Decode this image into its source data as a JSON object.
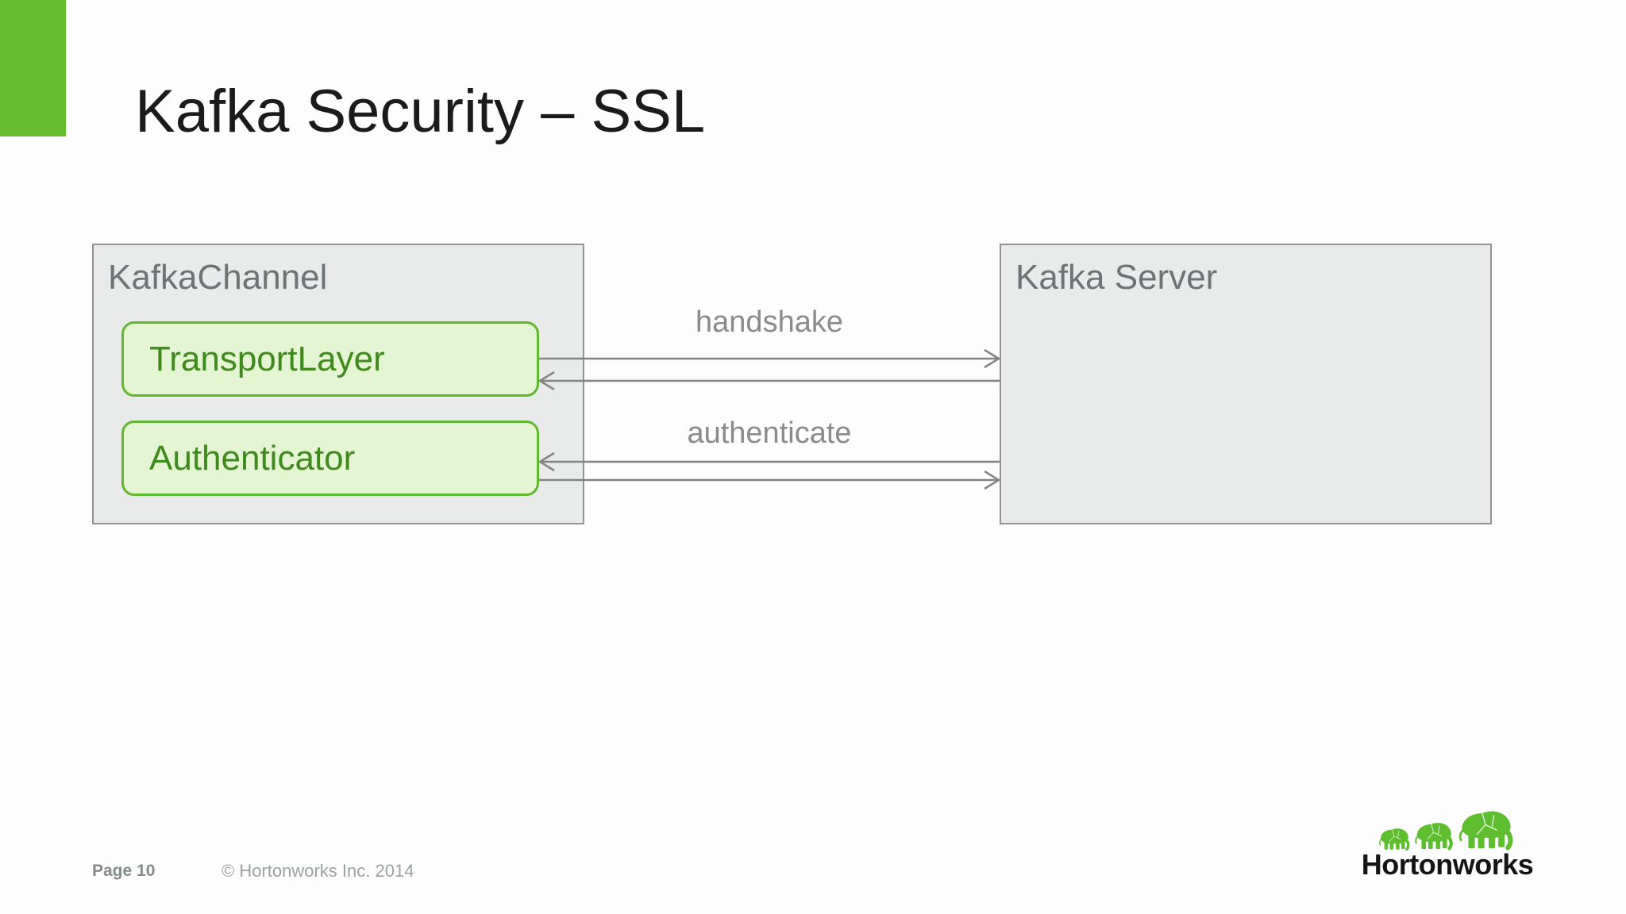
{
  "slide": {
    "title": "Kafka Security – SSL"
  },
  "colors": {
    "accent_green": "#66BD2F",
    "container_fill": "#E9EAEA",
    "container_border": "#929292",
    "container_title_text": "#6E7476",
    "component_fill": "#E3F5D2",
    "component_border": "#5FB82D",
    "component_text": "#3E8A1E",
    "arrow_gray": "#848484",
    "message_label_gray": "#8B8B8B",
    "logo_green": "#5FBE2F"
  },
  "diagram": {
    "kafka_channel": {
      "title": "KafkaChannel",
      "components": [
        {
          "label": "TransportLayer"
        },
        {
          "label": "Authenticator"
        }
      ]
    },
    "kafka_server": {
      "title": "Kafka Server"
    },
    "messages": [
      {
        "label": "handshake",
        "arrows": [
          "right",
          "left"
        ]
      },
      {
        "label": "authenticate",
        "arrows": [
          "left",
          "right"
        ]
      }
    ]
  },
  "footer": {
    "page_label": "Page 10",
    "copyright": "© Hortonworks Inc. 2014",
    "logo_text": "Hortonworks",
    "logo_icon": "elephant-herd-icon"
  }
}
